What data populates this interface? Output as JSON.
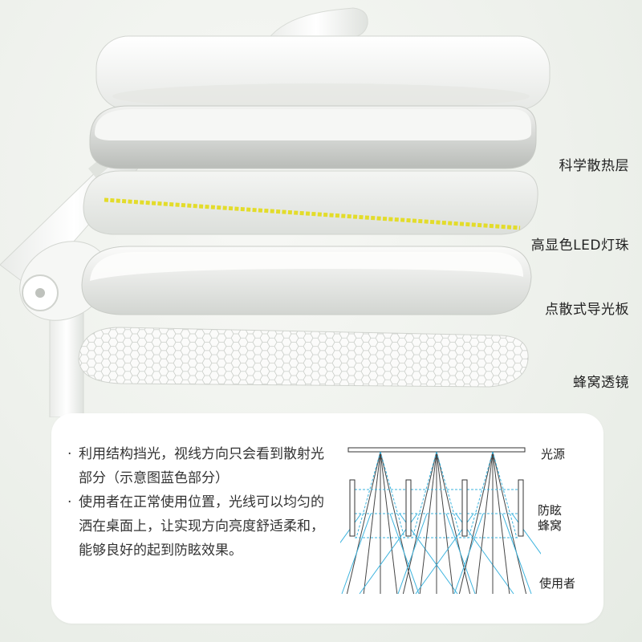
{
  "layers": [
    {
      "label": "科学散热层"
    },
    {
      "label": "高显色LED灯珠"
    },
    {
      "label": "点散式导光板"
    },
    {
      "label": "蜂窝透镜"
    }
  ],
  "info": {
    "bullet_1": "利用结构挡光，视线方向只会看到散射光部分（示意图蓝色部分）",
    "bullet_2": "使用者在正常使用位置，光线可以均匀的洒在桌面上，让实现方向亮度舒适柔和，能够良好的起到防眩效果。"
  },
  "diagram": {
    "light_source": "光源",
    "anti_glare_line1": "防眩",
    "anti_glare_line2": "蜂窝",
    "user": "使用者"
  },
  "colors": {
    "led": "#e3dc2a",
    "scatter_ray": "#3bb3de",
    "direct_ray": "#444444"
  }
}
